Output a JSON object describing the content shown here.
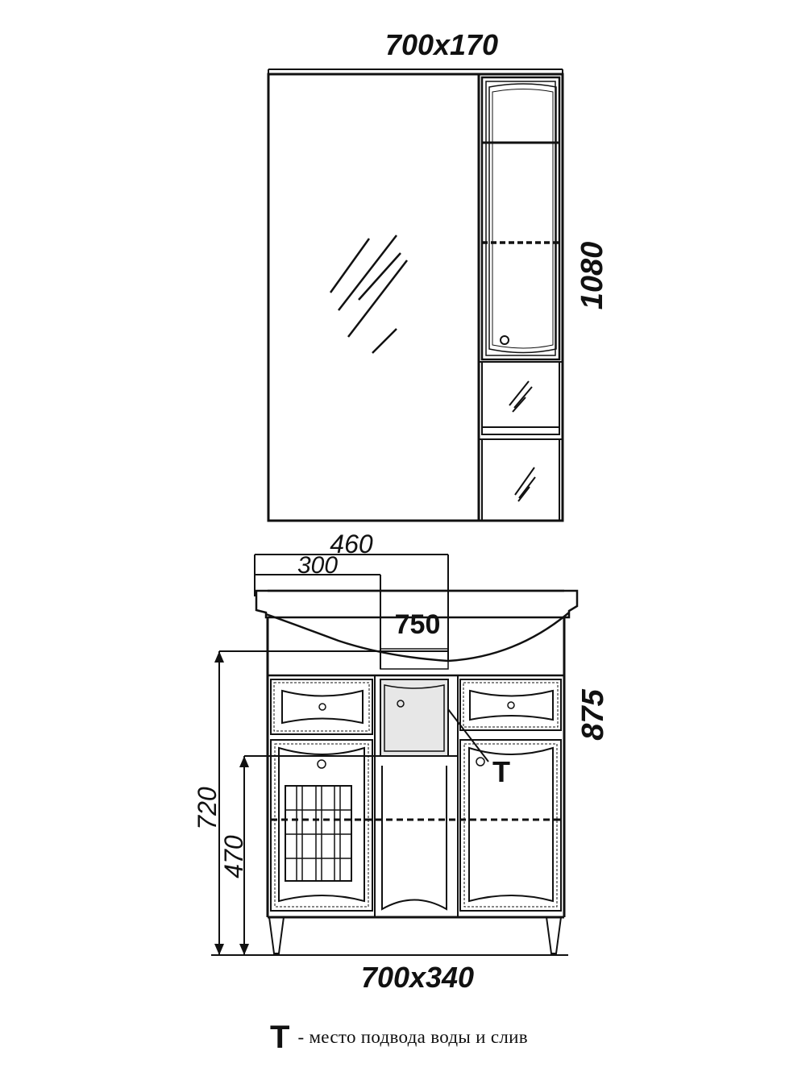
{
  "mirror_cabinet": {
    "size_label": "700x170",
    "height_label": "1080"
  },
  "vanity": {
    "basin_depth_label": "460",
    "basin_offset_label": "300",
    "basin_width_label": "750",
    "total_height_label": "875",
    "counter_height_label": "720",
    "pipe_height_label": "470",
    "size_label": "700x340",
    "marker_symbol": "T"
  },
  "legend": {
    "symbol": "T",
    "text": "- место подвода воды и слив"
  }
}
